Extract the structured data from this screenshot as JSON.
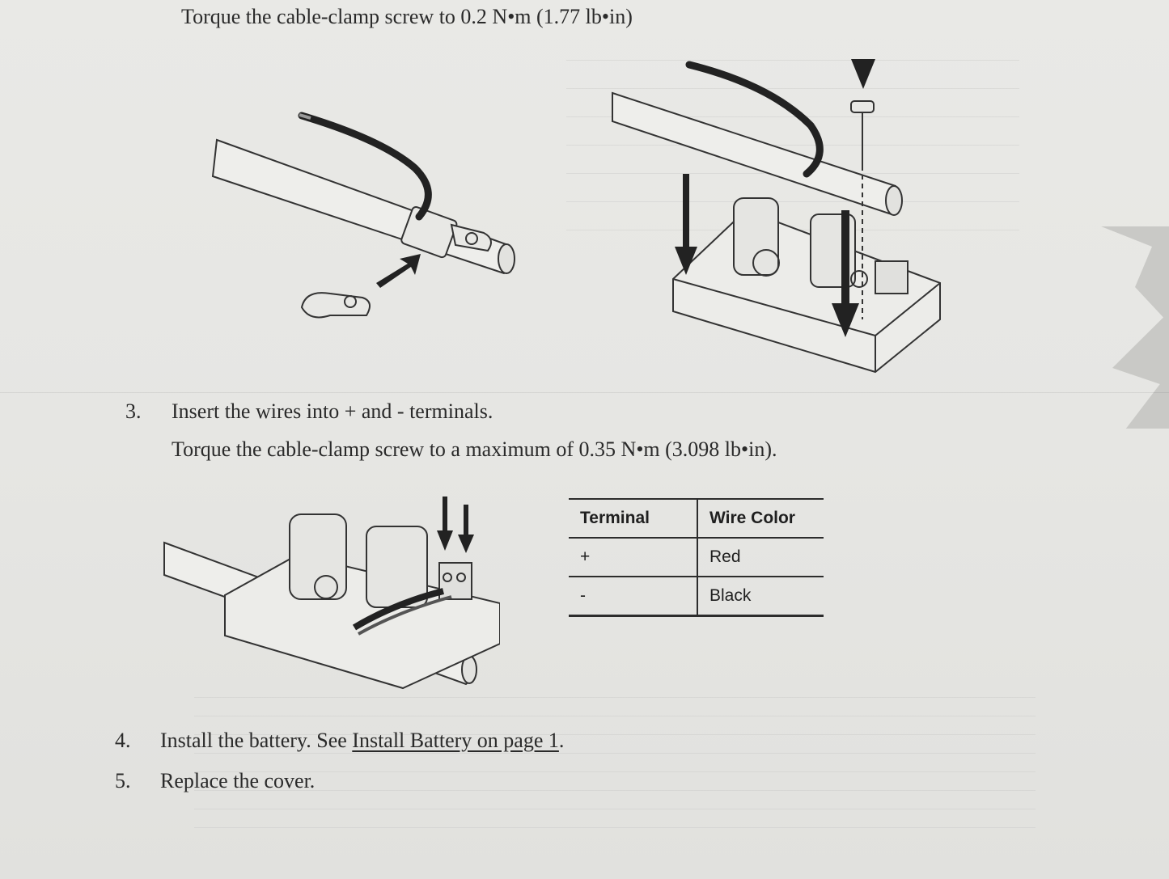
{
  "top_instruction": "Torque the cable-clamp screw to 0.2 N•m (1.77 lb•in)",
  "steps": [
    {
      "number": "3.",
      "text": "Insert the wires into + and - terminals."
    },
    {
      "number": "4.",
      "text_before": "Install the battery. See ",
      "link_text": "Install Battery on page 1",
      "text_after": "."
    },
    {
      "number": "5.",
      "text": "Replace the cover."
    }
  ],
  "step3_note": "Torque the cable-clamp screw to a maximum of 0.35 N•m (3.098 lb•in).",
  "wire_table": {
    "headers": [
      "Terminal",
      "Wire Color"
    ],
    "rows": [
      [
        "+",
        "Red"
      ],
      [
        "-",
        "Black"
      ]
    ]
  },
  "colors": {
    "paper": "#e6e6e3",
    "ink": "#2a2a2a",
    "torn_area": "#c9c9c6"
  },
  "figures": [
    "cable-clamp-attach-figure",
    "clamp-screw-mount-figure",
    "terminal-wiring-figure"
  ]
}
